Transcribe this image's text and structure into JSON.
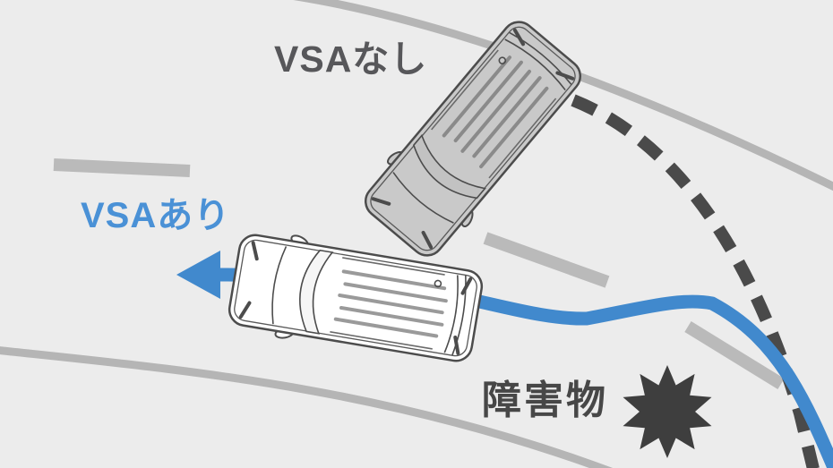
{
  "diagram": {
    "labels": {
      "without_vsa": "VSAなし",
      "with_vsa": "VSAあり",
      "obstacle": "障害物"
    },
    "colors": {
      "background": "#ececec",
      "road_lines": "#b5b5b5",
      "without_vsa_path": "#4a4a4a",
      "with_vsa_path": "#4189cd",
      "without_vsa_label": "#57575a",
      "with_vsa_label": "#4a91d6",
      "obstacle_label": "#474747",
      "obstacle_star": "#3e3e3e",
      "without_vsa_car_fill": "#c9c9c9",
      "with_vsa_car_fill": "#ffffff"
    }
  }
}
